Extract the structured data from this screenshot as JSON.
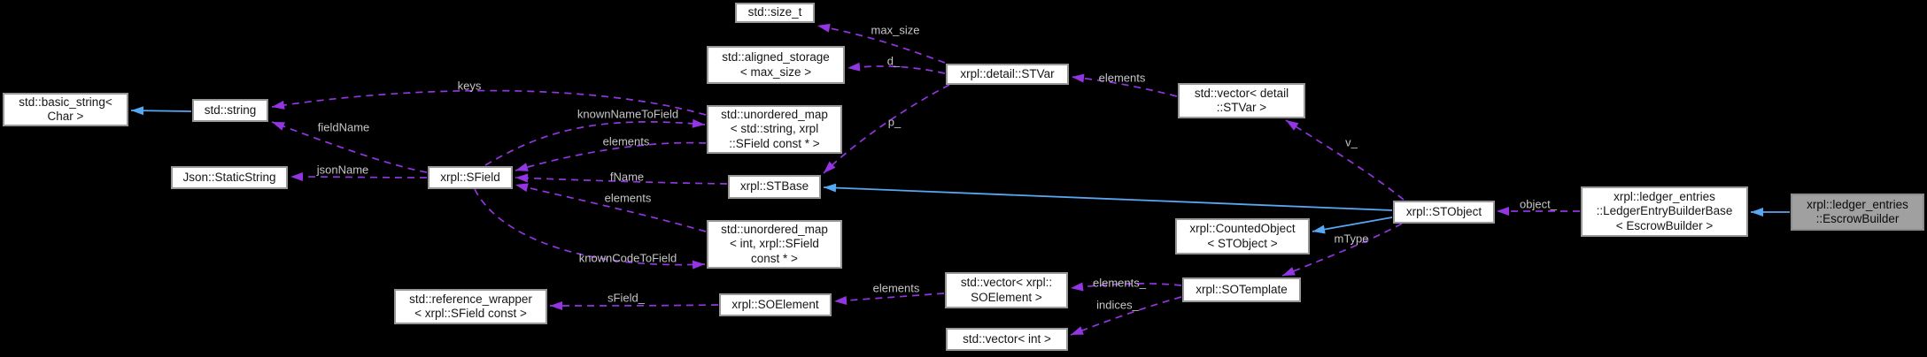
{
  "diagram": {
    "type": "doxygen-collaboration-graph",
    "background_color": "#000000",
    "colors": {
      "usage_edge": "#9335e2",
      "inheritance_edge": "#57a7f2",
      "node_bg": "#ffffff",
      "node_border": "#989898",
      "node_text": "#161616",
      "current_node_bg": "#a0a0a0",
      "edge_label_text": "#c6c6c6"
    },
    "nodes": {
      "basic_string": {
        "label": "std::basic_string<\nChar >"
      },
      "string": {
        "label": "std::string"
      },
      "static_string": {
        "label": "Json::StaticString"
      },
      "sfield": {
        "label": "xrpl::SField"
      },
      "size_t": {
        "label": "std::size_t"
      },
      "aligned_storage": {
        "label": "std::aligned_storage\n< max_size >"
      },
      "stvar": {
        "label": "xrpl::detail::STVar"
      },
      "map_string": {
        "label": "std::unordered_map\n< std::string, xrpl\n::SField const * >"
      },
      "stbase": {
        "label": "xrpl::STBase"
      },
      "map_int": {
        "label": "std::unordered_map\n< int, xrpl::SField\nconst * >"
      },
      "ref_wrapper": {
        "label": "std::reference_wrapper\n< xrpl::SField const >"
      },
      "soelement": {
        "label": "xrpl::SOElement"
      },
      "vec_soelement": {
        "label": "std::vector< xrpl::\nSOElement >"
      },
      "vec_int": {
        "label": "std::vector< int >"
      },
      "vec_stvar": {
        "label": "std::vector< detail\n::STVar >"
      },
      "sotemplate": {
        "label": "xrpl::SOTemplate"
      },
      "counted_object": {
        "label": "xrpl::CountedObject\n< STObject >"
      },
      "stobject": {
        "label": "xrpl::STObject"
      },
      "ledger_base": {
        "label": "xrpl::ledger_entries\n::LedgerEntryBuilderBase\n< EscrowBuilder >"
      },
      "escrow_builder": {
        "label": "xrpl::ledger_entries\n::EscrowBuilder",
        "current": true
      }
    },
    "edges": [
      {
        "from": "string",
        "to": "basic_string",
        "relation": "inheritance",
        "label": ""
      },
      {
        "from": "map_string",
        "to": "string",
        "relation": "usage",
        "label": "keys"
      },
      {
        "from": "sfield",
        "to": "string",
        "relation": "usage",
        "label": "fieldName"
      },
      {
        "from": "sfield",
        "to": "static_string",
        "relation": "usage",
        "label": "jsonName"
      },
      {
        "from": "sfield",
        "to": "map_string",
        "relation": "usage",
        "label": "knownNameToField"
      },
      {
        "from": "map_string",
        "to": "sfield",
        "relation": "usage",
        "label": "elements"
      },
      {
        "from": "stbase",
        "to": "sfield",
        "relation": "usage",
        "label": "fName"
      },
      {
        "from": "map_int",
        "to": "sfield",
        "relation": "usage",
        "label": "elements"
      },
      {
        "from": "sfield",
        "to": "map_int",
        "relation": "usage",
        "label": "knownCodeToField"
      },
      {
        "from": "soelement",
        "to": "ref_wrapper",
        "relation": "usage",
        "label": "sField_"
      },
      {
        "from": "stvar",
        "to": "size_t",
        "relation": "usage",
        "label": "max_size"
      },
      {
        "from": "stvar",
        "to": "aligned_storage",
        "relation": "usage",
        "label": "d_"
      },
      {
        "from": "stvar",
        "to": "stbase",
        "relation": "usage",
        "label": "p_"
      },
      {
        "from": "vec_stvar",
        "to": "stvar",
        "relation": "usage",
        "label": "elements"
      },
      {
        "from": "stobject",
        "to": "vec_stvar",
        "relation": "usage",
        "label": "v_"
      },
      {
        "from": "stobject",
        "to": "sotemplate",
        "relation": "usage",
        "label": "mType"
      },
      {
        "from": "ledger_base",
        "to": "stobject",
        "relation": "usage",
        "label": "object_"
      },
      {
        "from": "sotemplate",
        "to": "vec_soelement",
        "relation": "usage",
        "label": "elements_"
      },
      {
        "from": "sotemplate",
        "to": "vec_int",
        "relation": "usage",
        "label": "indices_"
      },
      {
        "from": "vec_soelement",
        "to": "soelement",
        "relation": "usage",
        "label": "elements"
      },
      {
        "from": "stobject",
        "to": "stbase",
        "relation": "inheritance",
        "label": ""
      },
      {
        "from": "stobject",
        "to": "counted_object",
        "relation": "inheritance",
        "label": ""
      },
      {
        "from": "escrow_builder",
        "to": "ledger_base",
        "relation": "inheritance",
        "label": ""
      }
    ]
  }
}
